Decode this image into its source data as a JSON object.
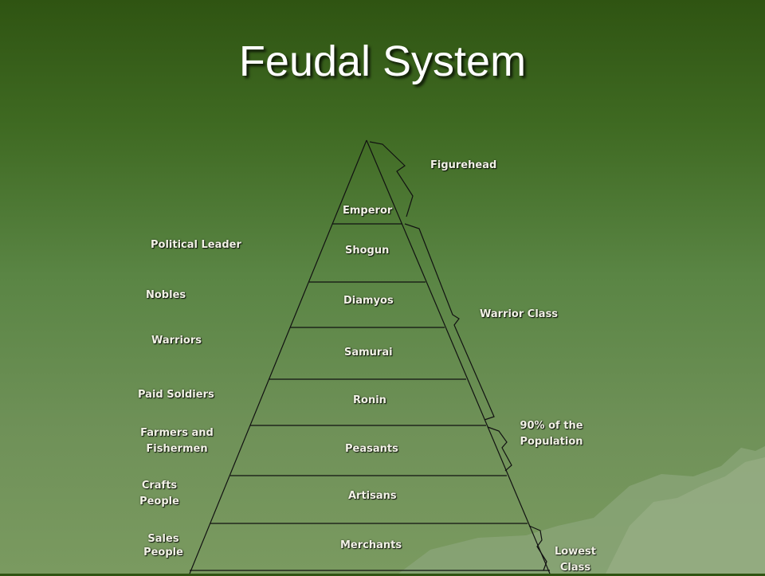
{
  "title": "Feudal System",
  "tiers": [
    {
      "name": "Emperor",
      "role": ""
    },
    {
      "name": "Shogun",
      "role": "Political Leader"
    },
    {
      "name": "Diamyos",
      "role": "Nobles"
    },
    {
      "name": "Samurai",
      "role": "Warriors"
    },
    {
      "name": "Ronin",
      "role": "Paid Soldiers"
    },
    {
      "name": "Peasants",
      "role": "Farmers and Fishermen"
    },
    {
      "name": "Artisans",
      "role": "Crafts People"
    },
    {
      "name": "Merchants",
      "role": "Sales People"
    }
  ],
  "groups": {
    "figurehead": "Figurehead",
    "warrior_class": "Warrior Class",
    "population_line1": "90% of the",
    "population_line2": "Population",
    "lowest_line1": "Lowest",
    "lowest_line2": "Class"
  },
  "roles_split": {
    "farmers_line1": "Farmers and",
    "farmers_line2": "Fishermen",
    "crafts_line1": "Crafts",
    "crafts_line2": "People",
    "sales_line1": "Sales",
    "sales_line2": "People"
  },
  "colors": {
    "line": "#111111",
    "text": "#f2f2e6",
    "mountain": "#8aa27a"
  }
}
